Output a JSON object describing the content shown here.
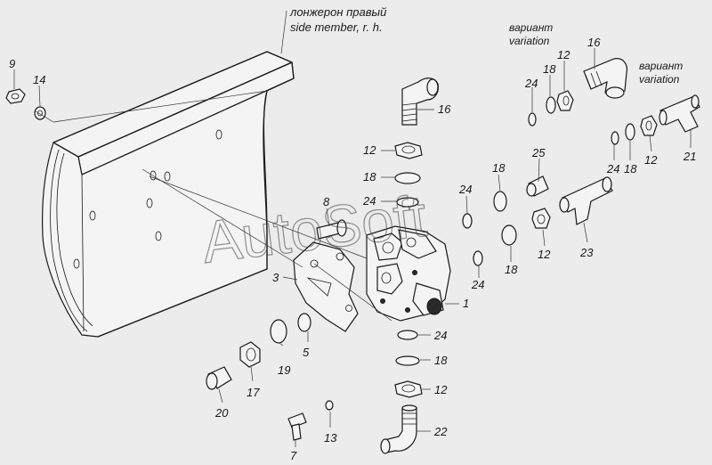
{
  "captions": {
    "member_ru": "лонжерон правый",
    "member_en": "side member, r. h.",
    "variant1_ru": "вариант",
    "variant1_en": "variation",
    "variant2_ru": "вариант",
    "variant2_en": "variation"
  },
  "watermark": "AutoSoft",
  "callouts": {
    "c9": "9",
    "c14": "14",
    "c16a": "16",
    "c12a": "12",
    "c18a": "18",
    "c24a": "24",
    "c8": "8",
    "c3": "3",
    "c19": "19",
    "c5": "5",
    "c17": "17",
    "c20": "20",
    "c7": "7",
    "c13": "13",
    "c1": "1",
    "c24b": "24",
    "c18b": "18",
    "c12b": "12",
    "c22": "22",
    "c24c": "24",
    "c18c": "18",
    "c18d": "18",
    "c24d": "24",
    "c24e": "24",
    "c18e": "18",
    "c12c": "12",
    "c16b": "16",
    "c25": "25",
    "c12d": "12",
    "c23": "23",
    "c24f": "24",
    "c18f": "18",
    "c12e": "12",
    "c21": "21"
  }
}
